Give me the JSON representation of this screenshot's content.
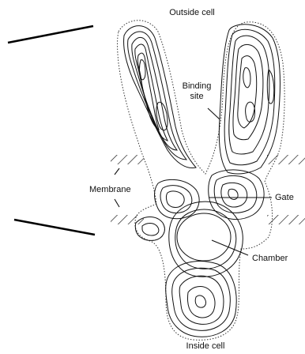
{
  "labels": {
    "outside": "Outside cell",
    "binding": "Binding\nsite",
    "membrane": "Membrane",
    "gate": "Gate",
    "chamber": "Chamber",
    "inside": "Inside cell"
  },
  "colors": {
    "ink": "#111111",
    "background": "#ffffff"
  }
}
